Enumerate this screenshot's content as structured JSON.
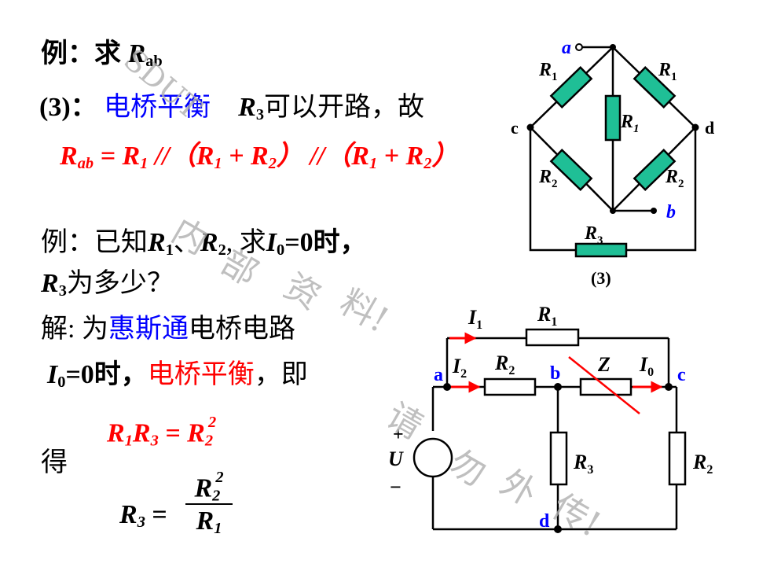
{
  "example1": {
    "prefix": "例：求",
    "var": "R",
    "var_sub": "ab"
  },
  "case3": {
    "label": "(3)：",
    "balance": "电桥平衡",
    "r3": "R",
    "r3_sub": "3",
    "text": "可以开路，故"
  },
  "formula1": {
    "lhs": "R",
    "lhs_sub": "ab",
    "rhs_a": "= R",
    "rhs_a_sub": "1",
    "par1": "//（R",
    "t1_sub": "1",
    "plus1": "+ R",
    "t2_sub": "2",
    "close1": "）",
    "par2": "//（R",
    "t3_sub": "1",
    "plus2": "+ R",
    "t4_sub": "2",
    "close2": "）"
  },
  "example2": {
    "line1_a": "例：已知",
    "r1": "R",
    "r1_sub": "1",
    "sep": "、",
    "r2": "R",
    "r2_sub": "2",
    "line1_b": ", 求",
    "i0": "I",
    "i0_sub": "0",
    "line1_c": "=0时，",
    "line2_r": "R",
    "line2_sub": "3",
    "line2_text": "为多少？"
  },
  "solution": {
    "line3_a": "解: 为",
    "wheatstone": "惠斯通",
    "line3_b": "电桥电路",
    "i0": "I",
    "i0_sub": "0",
    "line4_a": "=0时，",
    "balance": "电桥平衡",
    "line4_b": "，即",
    "de": "得"
  },
  "formula2": {
    "r1": "R",
    "r1_sub": "1",
    "r3": "R",
    "r3_sub": "3",
    "eq": "= R",
    "r2_sub": "2",
    "r2_sup": "2"
  },
  "formula3": {
    "lhs": "R",
    "lhs_sub": "3",
    "eq": "=",
    "num": "R",
    "num_sub": "2",
    "num_sup": "2",
    "den": "R",
    "den_sub": "1"
  },
  "bridge": {
    "a": "a",
    "b": "b",
    "c": "c",
    "d": "d",
    "r1_ul": "R",
    "r1_ul_sub": "1",
    "r1_ur": "R",
    "r1_ur_sub": "1",
    "r1_mid": "R",
    "r1_mid_sub": "1",
    "r2_ll": "R",
    "r2_ll_sub": "2",
    "r2_lr": "R",
    "r2_lr_sub": "2",
    "r3": "R",
    "r3_sub": "3",
    "caption": "(3)"
  },
  "circuit": {
    "i1": "I",
    "i1_sub": "1",
    "r1": "R",
    "r1_sub": "1",
    "i2": "I",
    "i2_sub": "2",
    "r2": "R",
    "r2_sub": "2",
    "z": "Z",
    "i0": "I",
    "i0_sub": "0",
    "a": "a",
    "b": "b",
    "c": "c",
    "d": "d",
    "r3": "R",
    "r3_sub": "3",
    "r2b": "R",
    "r2b_sub": "2",
    "plus": "+",
    "u": "U",
    "minus": "−"
  },
  "watermark": {
    "w1": "SDUT",
    "w2": "内",
    "w3": "部",
    "w4": "资",
    "w5": "料!",
    "w6": "请",
    "w7": "勿",
    "w8": "外",
    "w9": "传!"
  },
  "colors": {
    "component_fill": "#1fbf96",
    "blue": "#0000ff",
    "red": "#ff0000"
  }
}
